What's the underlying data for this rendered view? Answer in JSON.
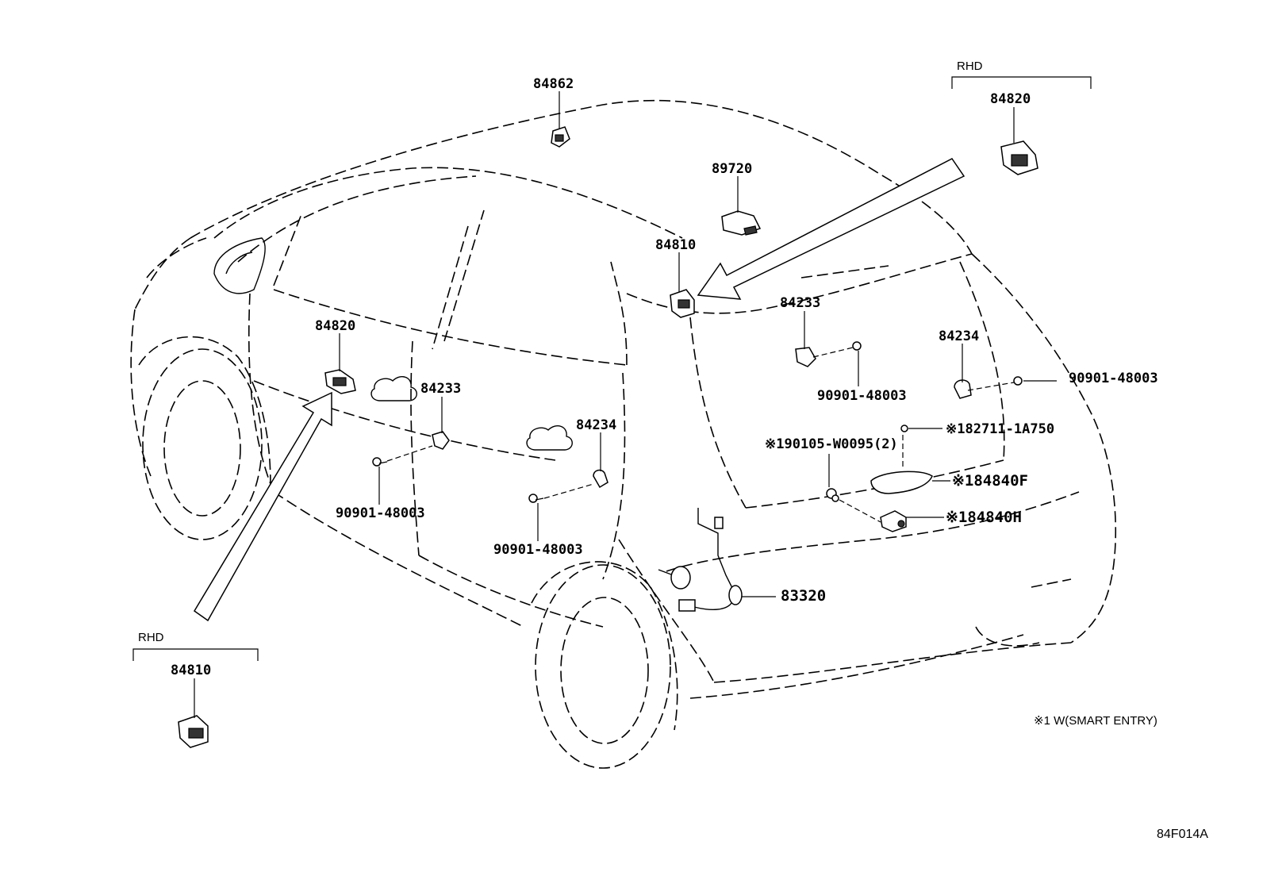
{
  "labels": {
    "p84862": "84862",
    "p89720": "89720",
    "p84810_top": "84810",
    "p84820_rhd": "84820",
    "rhd_top": "RHD",
    "p84820_door": "84820",
    "p84233_door": "84233",
    "p84234_door": "84234",
    "p84233_rear": "84233",
    "p84234_rear": "84234",
    "b90901_door_front": "90901-48003",
    "b90901_door_rear": "90901-48003",
    "b90901_rear_a": "90901-48003",
    "b90901_rear_b": "90901-48003",
    "p190105": "※190105-W0095(2)",
    "p182711": "※182711-1A750",
    "p184840F": "※184840F",
    "p184840H": "※184840H",
    "p83320": "83320",
    "rhd_bottom": "RHD",
    "p84810_rhd": "84810"
  },
  "footnote": "※1 W(SMART ENTRY)",
  "figure_id": "84F014A"
}
